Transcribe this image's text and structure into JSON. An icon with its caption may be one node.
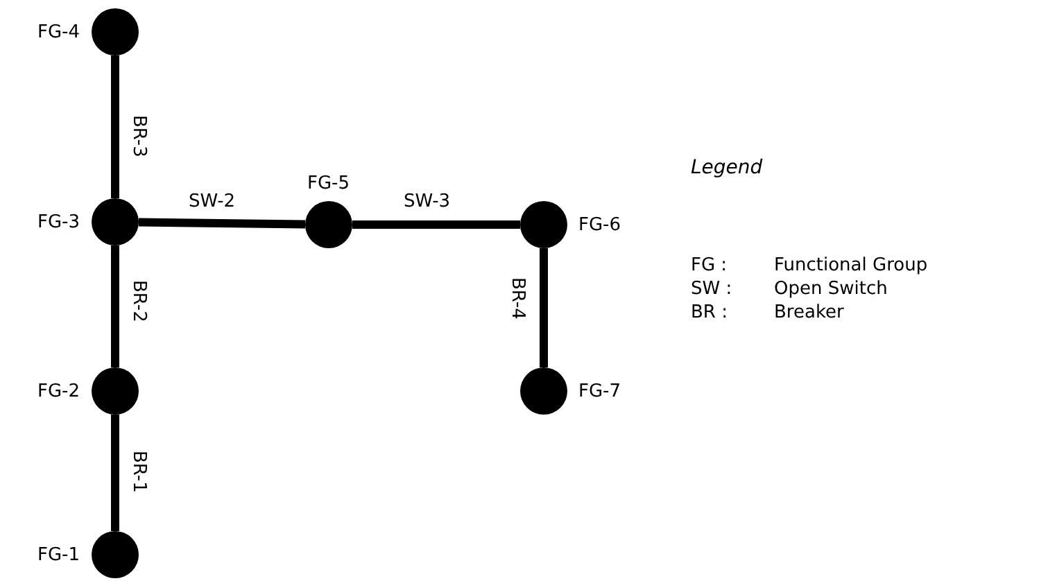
{
  "diagram": {
    "nodes": [
      {
        "text": [],
        "shape": "circle",
        "beside": [
          "FG-4"
        ]
      },
      {
        "text": [],
        "shape": "circle",
        "beside": [
          "FG-3"
        ]
      },
      {
        "text": [],
        "shape": "circle",
        "beside": [
          "FG-5"
        ]
      },
      {
        "text": [],
        "shape": "circle",
        "beside": [
          "FG-6"
        ]
      },
      {
        "text": [],
        "shape": "circle",
        "beside": [
          "FG-2"
        ]
      },
      {
        "text": [],
        "shape": "circle",
        "beside": [
          "FG-7"
        ]
      },
      {
        "text": [],
        "shape": "circle",
        "beside": [
          "FG-1"
        ]
      }
    ],
    "edges": [
      {
        "from": 0,
        "to": 1,
        "arrow": "none",
        "label": "BR-3"
      },
      {
        "from": 1,
        "to": 2,
        "arrow": "none",
        "label": "SW-2"
      },
      {
        "from": 2,
        "to": 3,
        "arrow": "none",
        "label": "SW-3"
      },
      {
        "from": 1,
        "to": 4,
        "arrow": "none",
        "label": "BR-2"
      },
      {
        "from": 3,
        "to": 5,
        "arrow": "none",
        "label": "BR-4"
      },
      {
        "from": 4,
        "to": 6,
        "arrow": "none",
        "label": "BR-1"
      }
    ],
    "labels": [
      "Legend",
      "FG :",
      "Functional Group",
      "SW :",
      "Open Switch",
      "BR :",
      "Breaker"
    ]
  }
}
